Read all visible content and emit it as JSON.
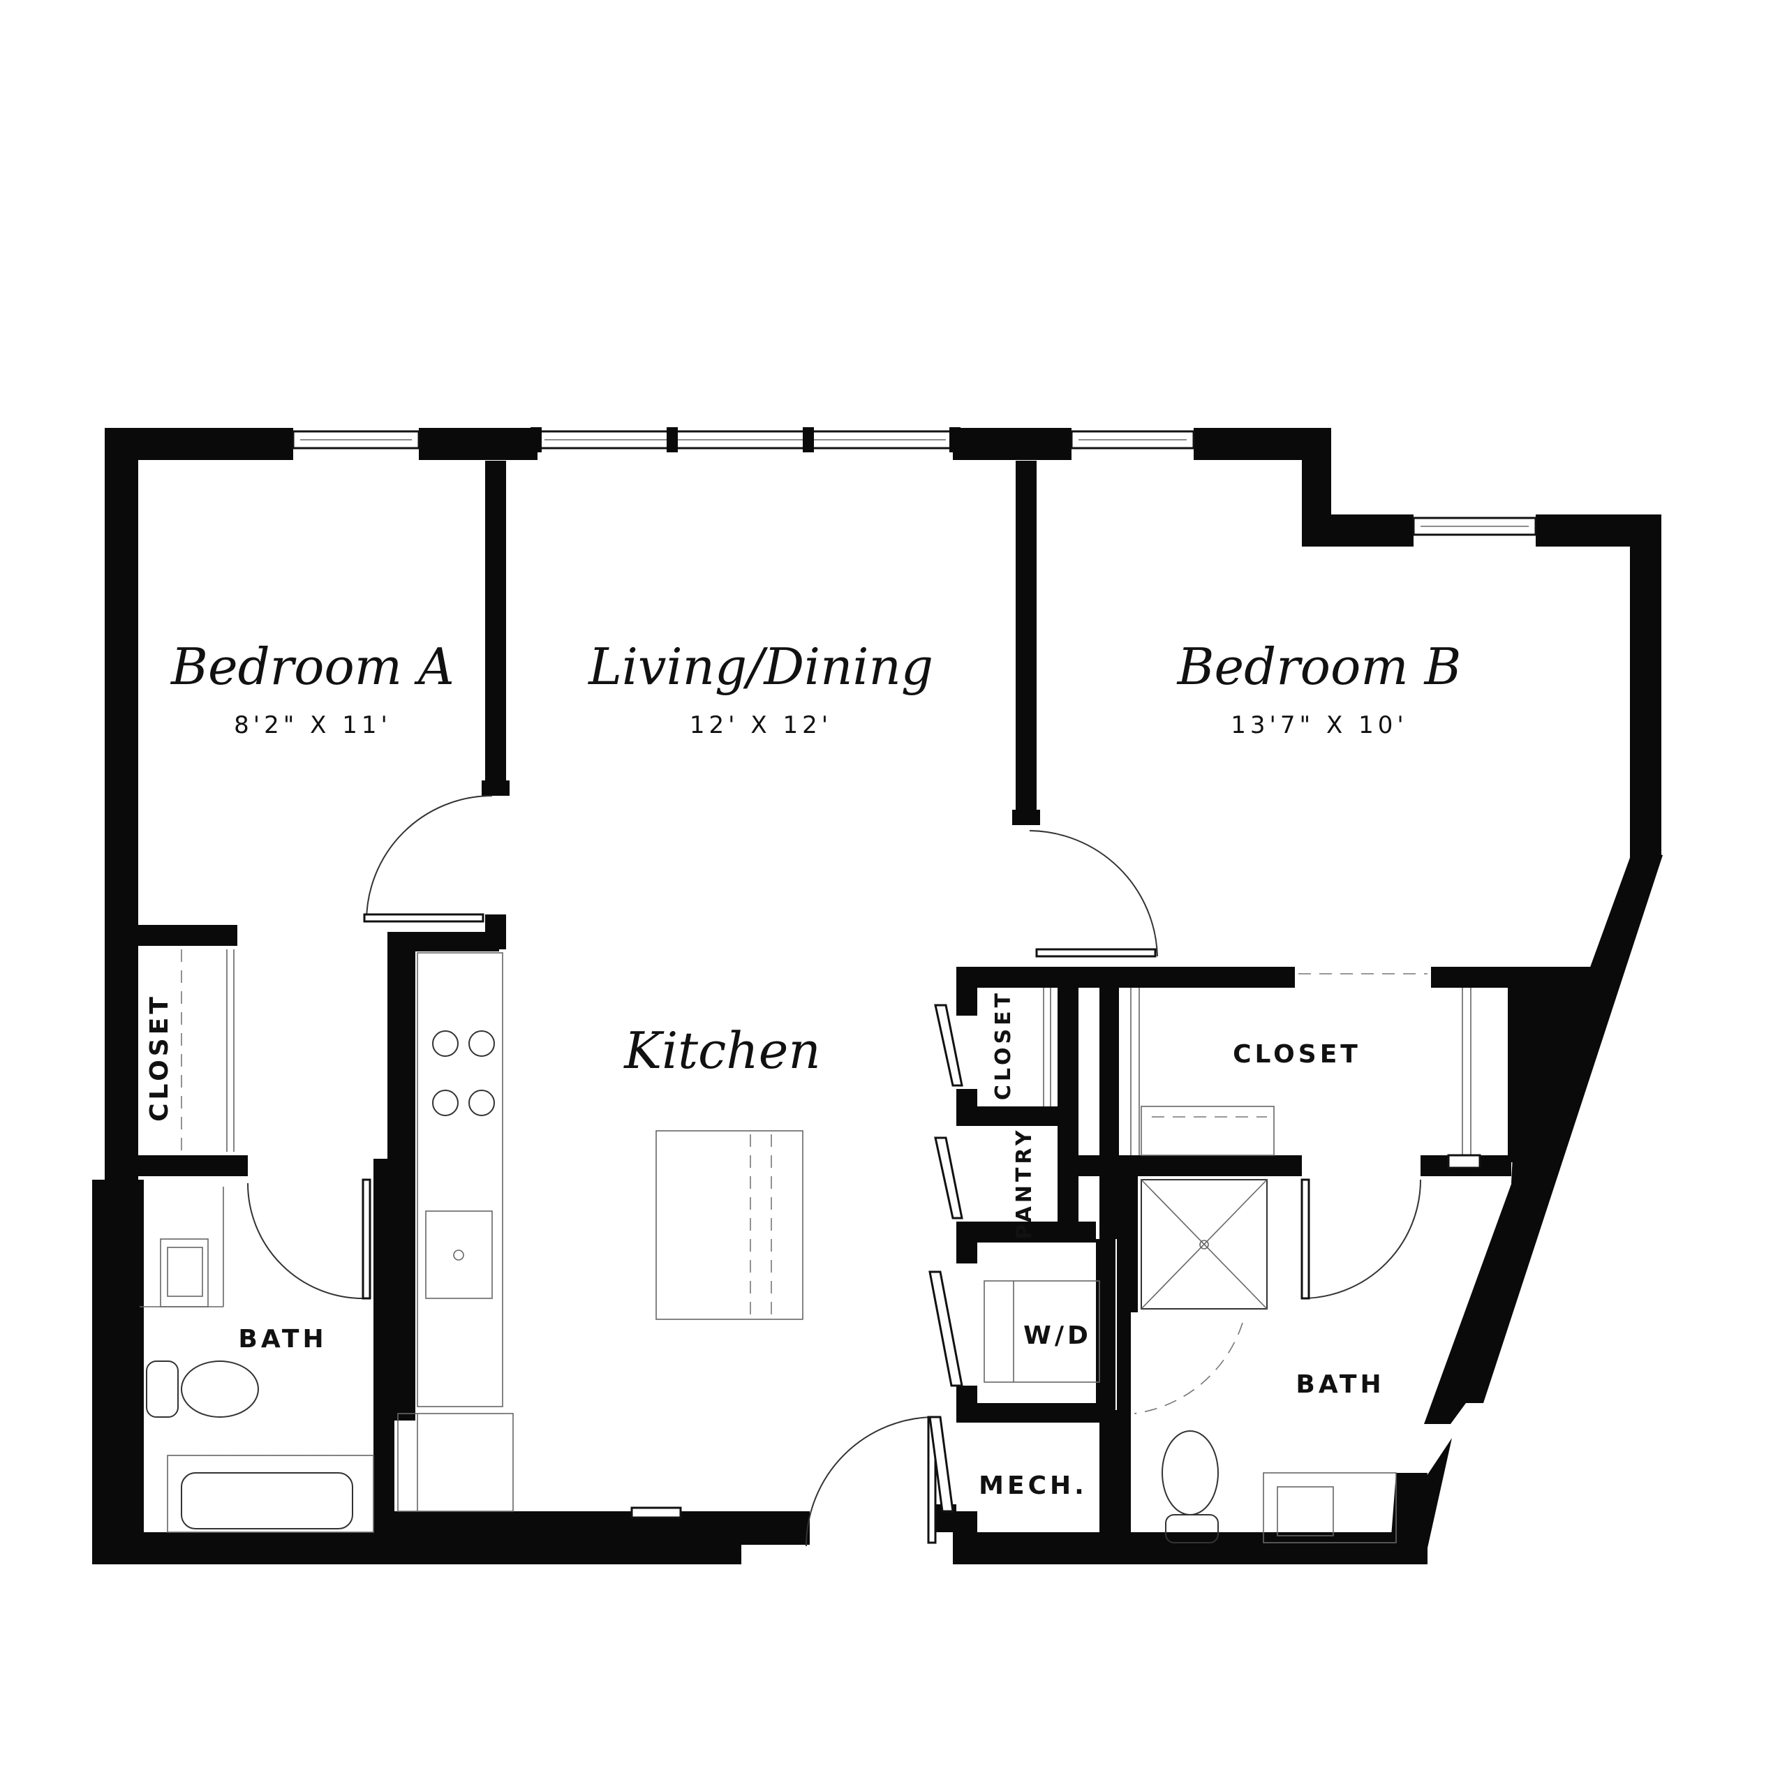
{
  "rooms": {
    "bedroom_a": {
      "name": "Bedroom A",
      "dims": "8'2\" X 11'"
    },
    "living": {
      "name": "Living/Dining",
      "dims": "12' X 12'"
    },
    "bedroom_b": {
      "name": "Bedroom B",
      "dims": "13'7\" X 10'"
    },
    "kitchen": {
      "name": "Kitchen"
    }
  },
  "labels": {
    "closet_a": "CLOSET",
    "bath_a": "BATH",
    "closet_hall": "CLOSET",
    "pantry": "PANTRY",
    "wd": "W/D",
    "mech": "MECH.",
    "closet_b": "CLOSET",
    "bath_b": "BATH"
  }
}
